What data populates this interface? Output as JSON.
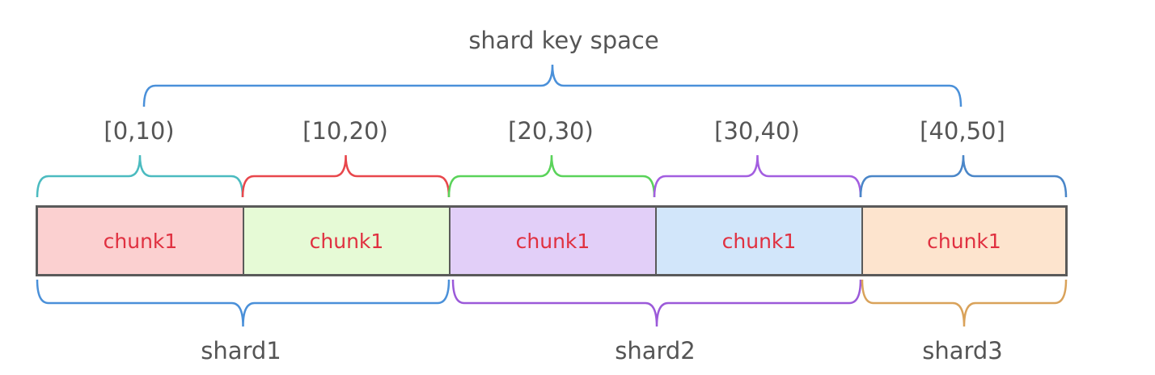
{
  "title": "shard key space",
  "ranges": [
    "[0,10)",
    "[10,20)",
    "[20,30)",
    "[30,40)",
    "[40,50]"
  ],
  "chunks": [
    {
      "label": "chunk1",
      "fill": "#fbd0d0"
    },
    {
      "label": "chunk1",
      "fill": "#e6fad6"
    },
    {
      "label": "chunk1",
      "fill": "#e2cff8"
    },
    {
      "label": "chunk1",
      "fill": "#d2e6fa"
    },
    {
      "label": "chunk1",
      "fill": "#fde4ce"
    }
  ],
  "chunk_text_color": "#e03040",
  "range_brace_colors": [
    "#4bbbc0",
    "#e8474c",
    "#5ad35a",
    "#a35ee0",
    "#4a86c8"
  ],
  "title_brace_color": "#4a90d9",
  "shards": [
    {
      "label": "shard1",
      "brace_color": "#4a90d9"
    },
    {
      "label": "shard2",
      "brace_color": "#9b59d9"
    },
    {
      "label": "shard3",
      "brace_color": "#d9a25a"
    }
  ]
}
